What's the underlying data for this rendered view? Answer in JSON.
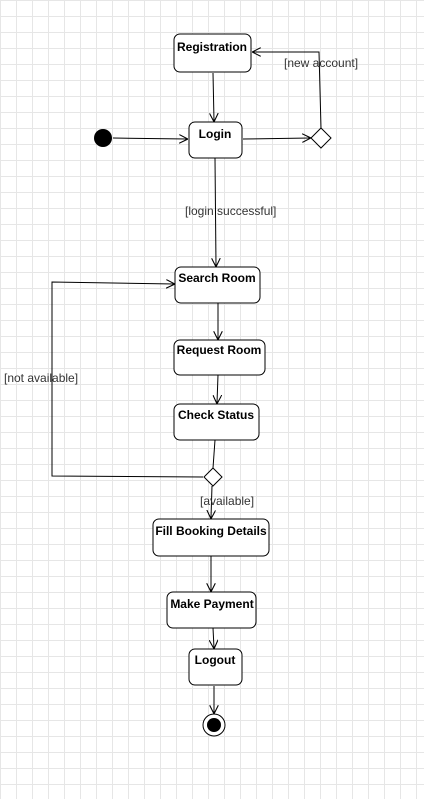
{
  "nodes": {
    "registration": "Registration",
    "login": "Login",
    "search_room": "Search Room",
    "request_room": "Request Room",
    "check_status": "Check Status",
    "fill_booking": "Fill Booking Details",
    "make_payment": "Make Payment",
    "logout": "Logout"
  },
  "guards": {
    "new_account": "[new account]",
    "login_successful": "[login successful]",
    "not_available": "[not available]",
    "available": "[available]"
  },
  "colors": {
    "stroke": "#000000",
    "fill": "#ffffff",
    "grid": "#e6e6e6"
  }
}
